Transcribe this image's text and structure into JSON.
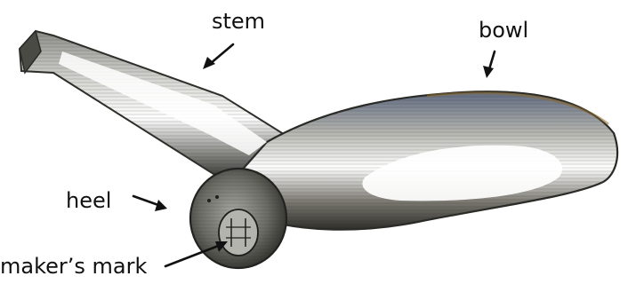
{
  "labels": {
    "stem": "stem",
    "bowl": "bowl",
    "heel": "heel",
    "makers_mark": "maker’s mark"
  },
  "colors": {
    "background": "#ffffff",
    "ink": "#111111",
    "pipe_light": "#ffffff",
    "pipe_mid": "#9a9a98",
    "pipe_dark": "#3a3a36",
    "pipe_rust": "#8a6a30",
    "pipe_blue": "#5a6a88"
  }
}
